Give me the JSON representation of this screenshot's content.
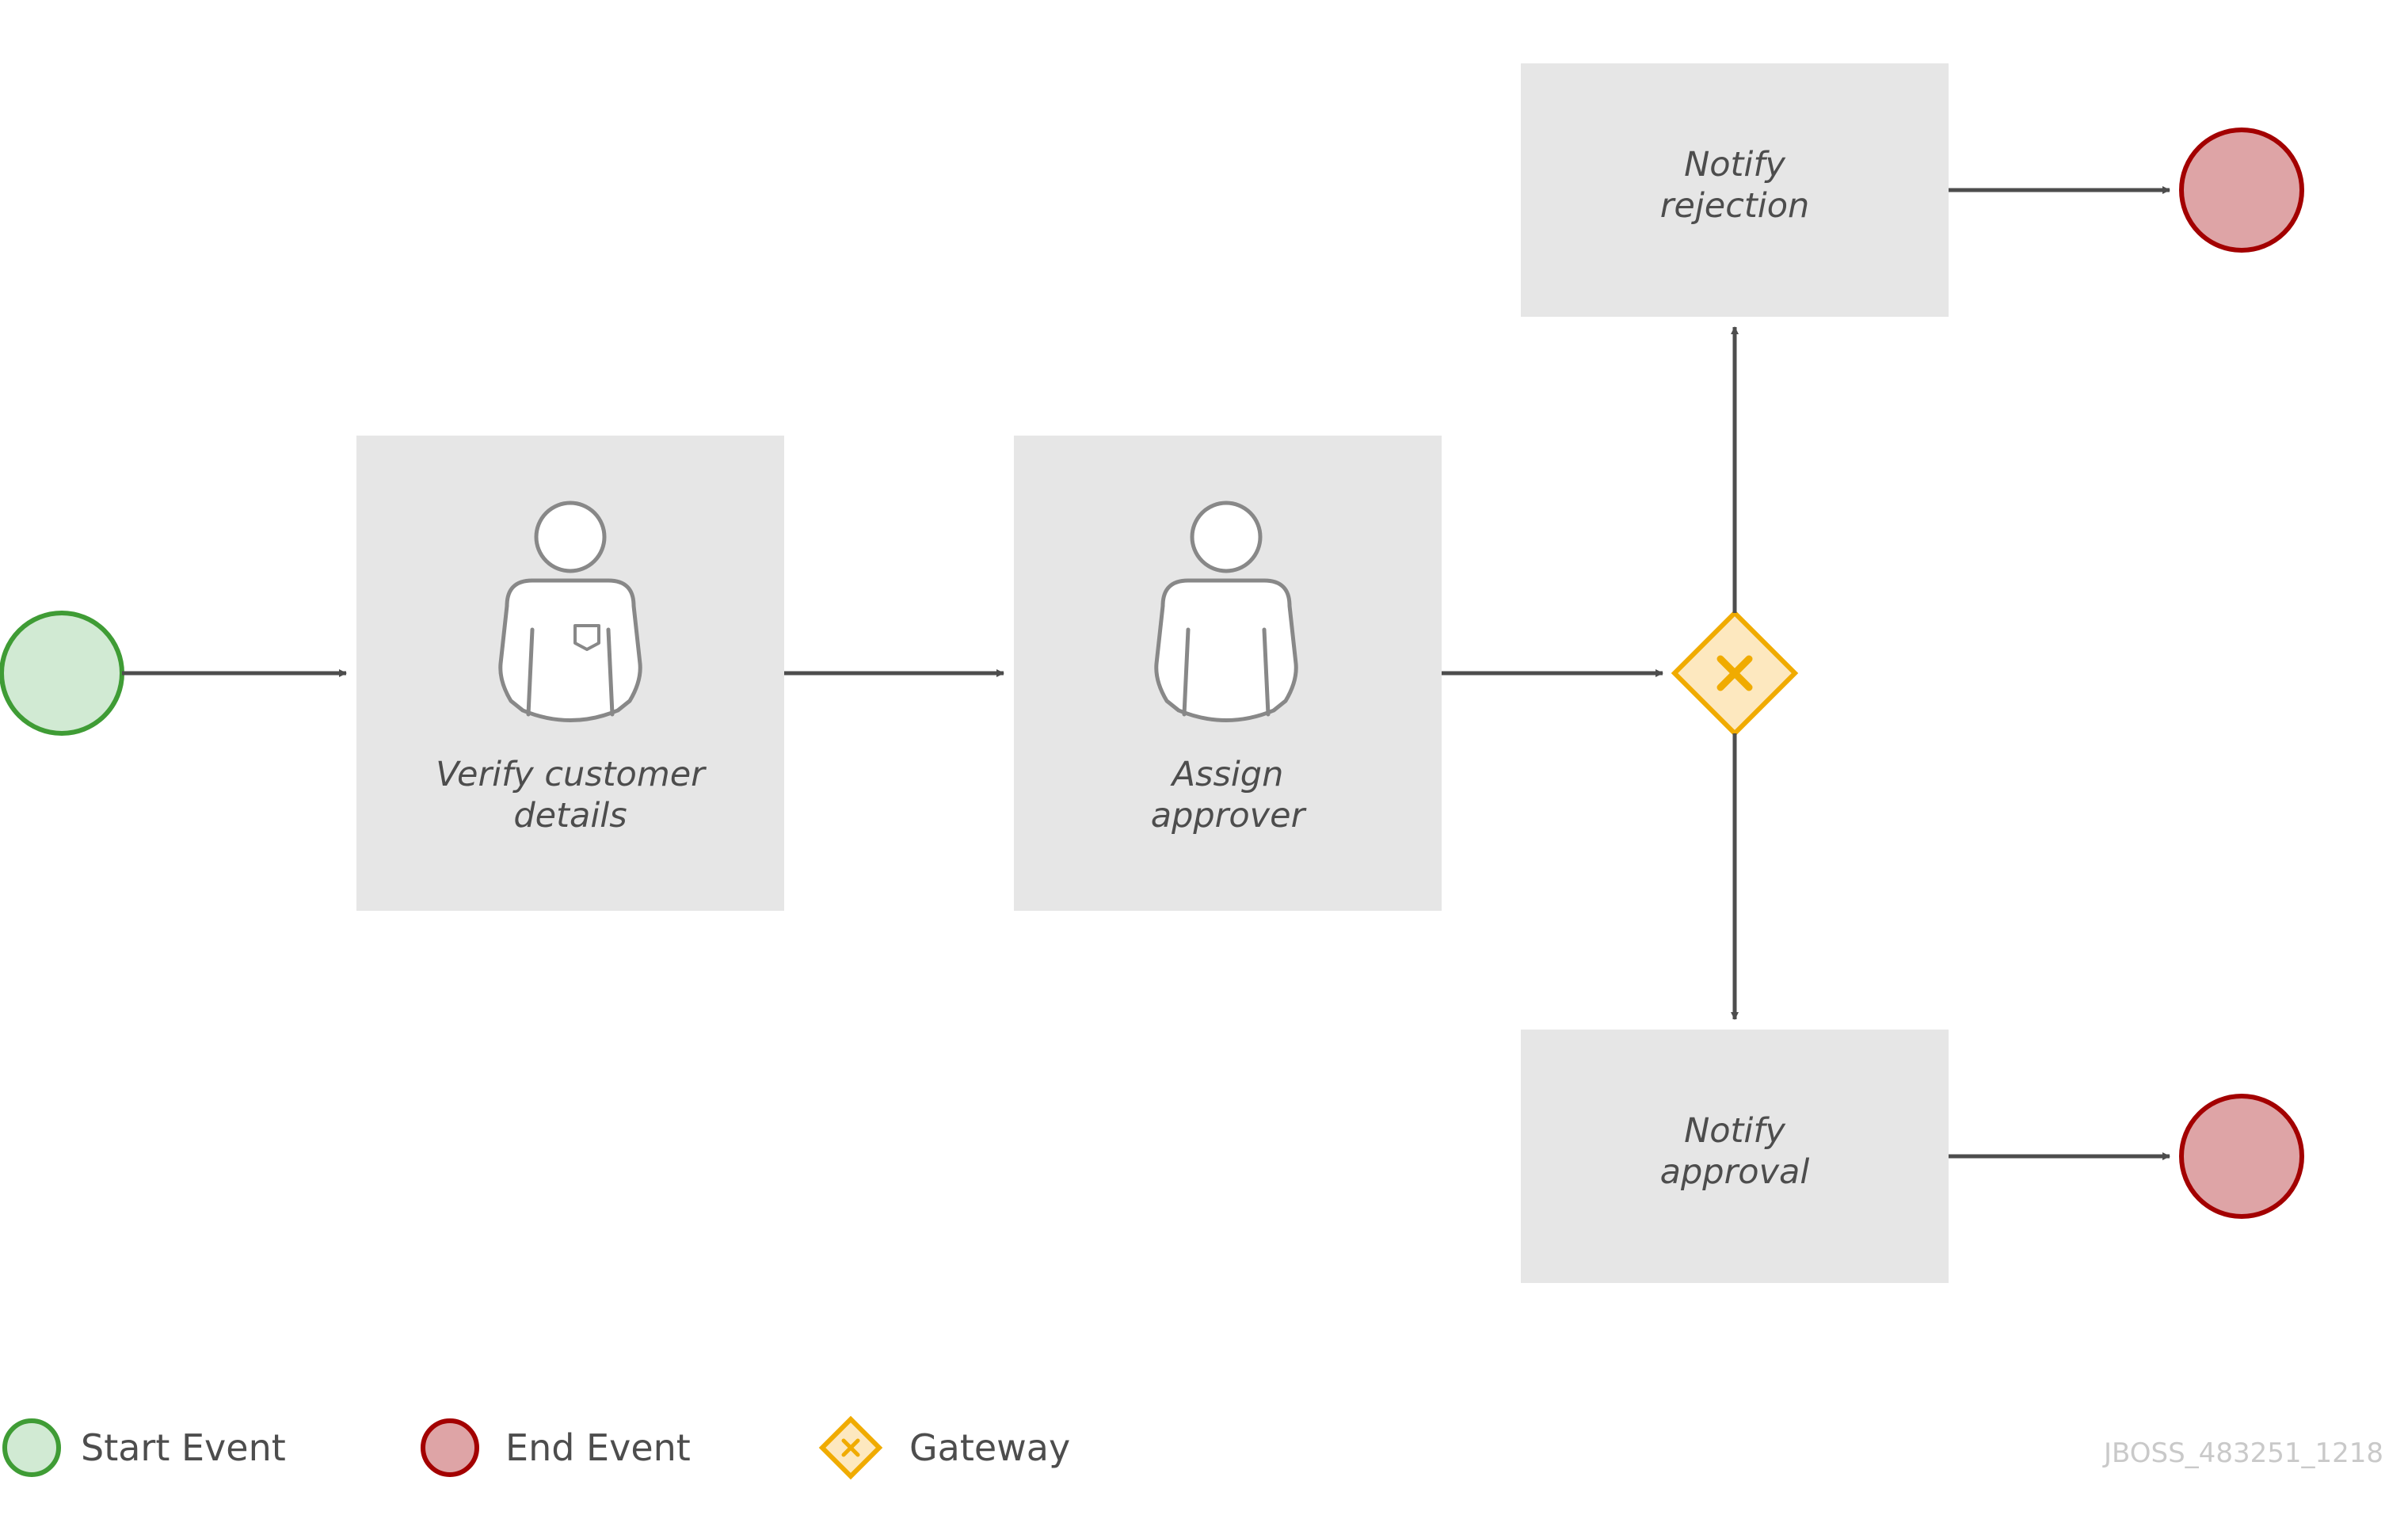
{
  "tasks": {
    "verify": {
      "line1": "Verify customer",
      "line2": "details"
    },
    "assign": {
      "line1": "Assign",
      "line2": "approver"
    },
    "reject": {
      "line1": "Notify",
      "line2": "rejection"
    },
    "approve": {
      "line1": "Notify",
      "line2": "approval"
    }
  },
  "legend": {
    "start": "Start Event",
    "end": "End Event",
    "gateway": "Gateway"
  },
  "watermark": "JBOSS_483251_1218",
  "colors": {
    "start_fill": "#d1ead3",
    "start_stroke": "#3f9c35",
    "end_fill": "#dea4a6",
    "end_stroke": "#a30000",
    "gateway_fill": "#fde8bf",
    "gateway_stroke": "#f0ab00",
    "task_fill": "#e6e6e6",
    "arrow": "#4d4d4d"
  }
}
